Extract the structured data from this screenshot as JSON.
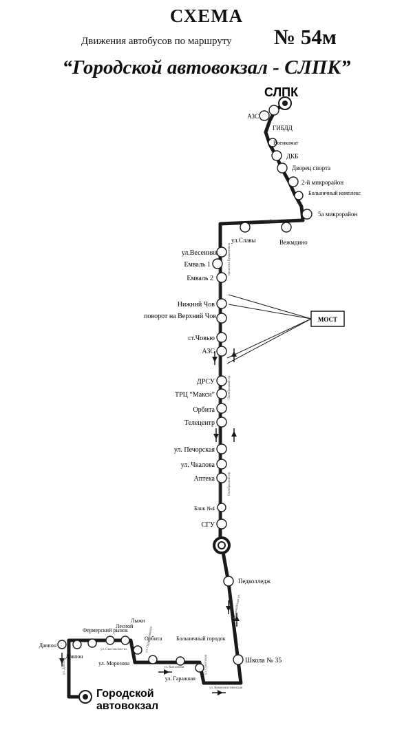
{
  "header": {
    "title": "СХЕМА",
    "subtitle": "Движения автобусов по маршруту",
    "route_number": "№ 54м",
    "route_name": "“Городской автовокзал - СЛПК”"
  },
  "terminals": {
    "north": "СЛПК",
    "south": "Городской автовокзал"
  },
  "bridge_label": "МОСТ",
  "stops": [
    {
      "id": "azs1",
      "label": "АЗС"
    },
    {
      "id": "gibdd",
      "label": "ГИБДД"
    },
    {
      "id": "voenkomat",
      "label": "Военкомат"
    },
    {
      "id": "dkb",
      "label": "ДКБ"
    },
    {
      "id": "dvorec",
      "label": "Дворец спорта"
    },
    {
      "id": "mkr2",
      "label": "2-й микрорайон"
    },
    {
      "id": "bolnica",
      "label": "Больничный комплекс"
    },
    {
      "id": "mkr5a",
      "label": "5а микрорайон"
    },
    {
      "id": "slavy",
      "label": "ул.Славы"
    },
    {
      "id": "vezhdino",
      "label": "Вежмдино"
    },
    {
      "id": "vesennyaya",
      "label": "ул.Весенняя"
    },
    {
      "id": "emval1",
      "label": "Емваль 1"
    },
    {
      "id": "emval2",
      "label": "Емваль 2"
    },
    {
      "id": "nchov",
      "label": "Нижний Чов"
    },
    {
      "id": "povorot",
      "label": "поворот на Верхний Чов"
    },
    {
      "id": "chovyu",
      "label": "ст.Човью"
    },
    {
      "id": "azs2",
      "label": "АЗС"
    },
    {
      "id": "drsu",
      "label": "ДРСУ"
    },
    {
      "id": "maksi",
      "label": "ТРЦ “Макси”"
    },
    {
      "id": "orbita",
      "label": "Орбита"
    },
    {
      "id": "telecentr",
      "label": "Телецентр"
    },
    {
      "id": "pechorskaya",
      "label": "ул. Печорская"
    },
    {
      "id": "chkalova",
      "label": "ул. Чкалова"
    },
    {
      "id": "apteka",
      "label": "Аптека"
    },
    {
      "id": "bank",
      "label": "Банк №4"
    },
    {
      "id": "sgu",
      "label": "СГУ"
    },
    {
      "id": "pedkolledzh",
      "label": "Педколледж"
    },
    {
      "id": "shkola35",
      "label": "Школа № 35"
    },
    {
      "id": "garazhnaya",
      "label": "ул. Гаражная"
    },
    {
      "id": "bolgorodok",
      "label": "Больничный городок"
    },
    {
      "id": "orbita2",
      "label": "Орбита"
    },
    {
      "id": "marhova",
      "label": "ул. Морозова"
    },
    {
      "id": "lesh",
      "label": "Лесной"
    },
    {
      "id": "lyzh",
      "label": "Лыжи"
    },
    {
      "id": "fermerskaya",
      "label": "Фермерский рынок"
    },
    {
      "id": "davpon1",
      "label": "Давпон"
    },
    {
      "id": "davpon2",
      "label": "Давпон"
    }
  ],
  "street_labels": [
    {
      "id": "st_slavy",
      "label": "ул. Славы"
    },
    {
      "id": "st_pervom",
      "label": "проспект Бумажников"
    },
    {
      "id": "st_oktyabr",
      "label": "Октябрьский пр."
    },
    {
      "id": "st_sovetsk",
      "label": "Октябрьский пр."
    },
    {
      "id": "st_pervomai",
      "label": "Первомайская ул."
    },
    {
      "id": "st_kommun",
      "label": "ул. Коммунистическая"
    },
    {
      "id": "st_sovet",
      "label": "ул. Советская"
    },
    {
      "id": "st_kolhoz",
      "label": "ул. Колхозная"
    },
    {
      "id": "st_ordzh",
      "label": "ул. Орджоникидзе"
    },
    {
      "id": "st_sysol",
      "label": "ул. Сысольское ш."
    },
    {
      "id": "st_davpon",
      "label": "ул. Давпон"
    }
  ],
  "colors": {
    "route": "#1a1a1a",
    "stop_fill": "#ffffff",
    "line": "#111111"
  }
}
